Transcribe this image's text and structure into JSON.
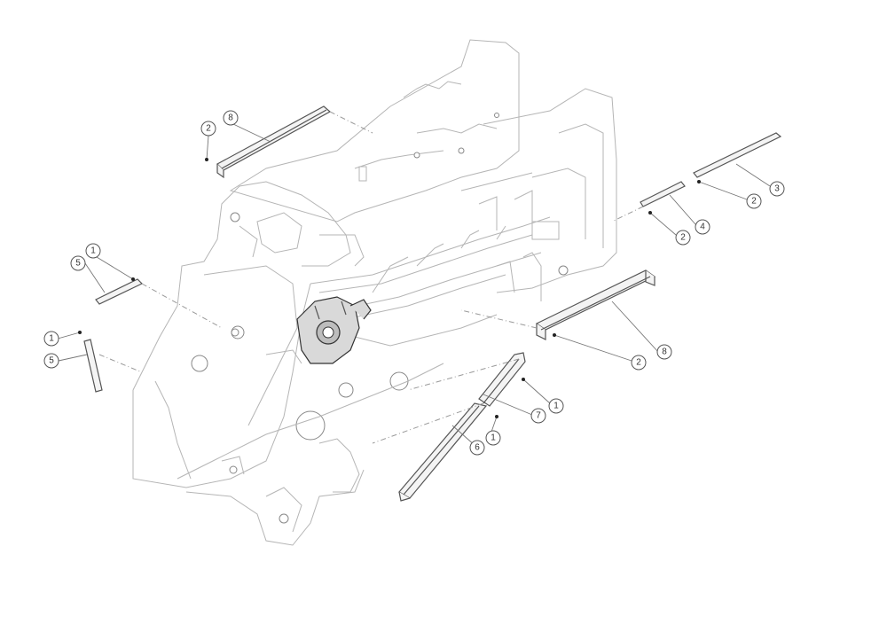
{
  "callouts": [
    {
      "id": "c-2-top",
      "label": "2"
    },
    {
      "id": "c-8-top",
      "label": "8"
    },
    {
      "id": "c-1-left-a",
      "label": "1"
    },
    {
      "id": "c-5-left-a",
      "label": "5"
    },
    {
      "id": "c-1-left-b",
      "label": "1"
    },
    {
      "id": "c-5-left-b",
      "label": "5"
    },
    {
      "id": "c-3-right",
      "label": "3"
    },
    {
      "id": "c-2-right-a",
      "label": "2"
    },
    {
      "id": "c-4-right",
      "label": "4"
    },
    {
      "id": "c-2-right-b",
      "label": "2"
    },
    {
      "id": "c-8-right",
      "label": "8"
    },
    {
      "id": "c-2-right-c",
      "label": "2"
    },
    {
      "id": "c-1-bottom-a",
      "label": "1"
    },
    {
      "id": "c-7-bottom",
      "label": "7"
    },
    {
      "id": "c-1-bottom-b",
      "label": "1"
    },
    {
      "id": "c-6-bottom",
      "label": "6"
    }
  ]
}
